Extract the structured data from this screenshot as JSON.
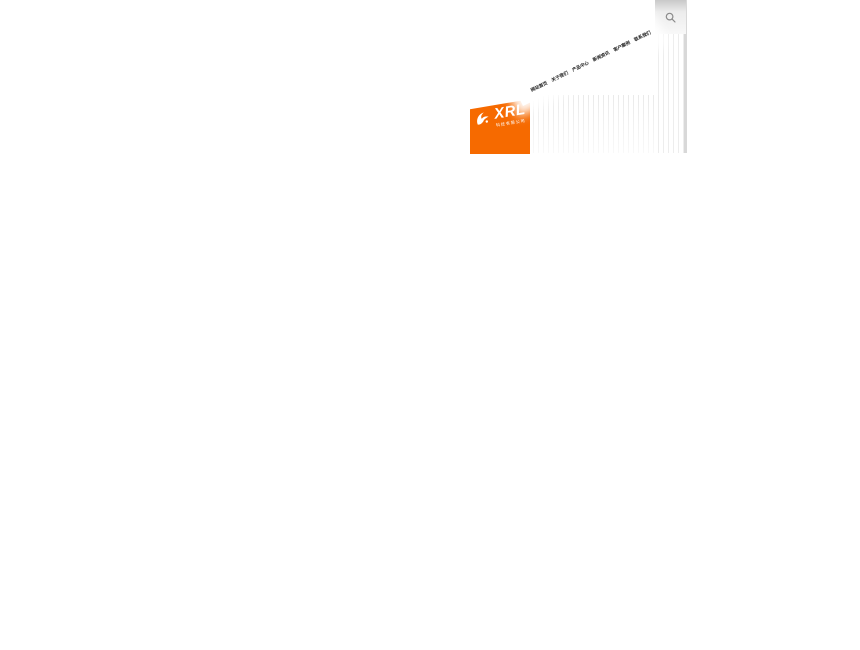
{
  "page": {
    "background_color": "#ffffff"
  },
  "logo": {
    "text": "XRL",
    "tagline": "科技有限公司",
    "bg_color": "#f66a00"
  },
  "nav": {
    "items": [
      {
        "label": "网站首页"
      },
      {
        "label": "关于我们"
      },
      {
        "label": "产品中心"
      },
      {
        "label": "新闻资讯"
      },
      {
        "label": "客户案例"
      },
      {
        "label": "联系我们"
      }
    ]
  },
  "search": {
    "icon": "magnifier",
    "icon_color": "#8a8a8a"
  }
}
